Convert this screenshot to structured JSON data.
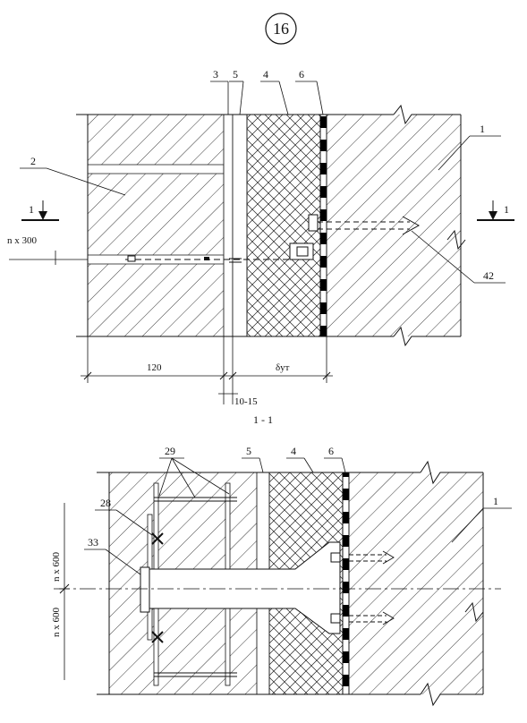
{
  "page_number": "16",
  "top_view": {
    "callouts": [
      "3",
      "5",
      "4",
      "6",
      "1",
      "2",
      "42"
    ],
    "section_marker": "1",
    "spacing_label": "n x 300",
    "dim_left": "120",
    "dim_right": "δут",
    "dim_gap": "10-15"
  },
  "section_title": "1 - 1",
  "bottom_view": {
    "callouts": [
      "29",
      "5",
      "4",
      "6",
      "28",
      "1",
      "33"
    ],
    "spacing_label_top": "n x 600",
    "spacing_label_bottom": "n x 600"
  }
}
